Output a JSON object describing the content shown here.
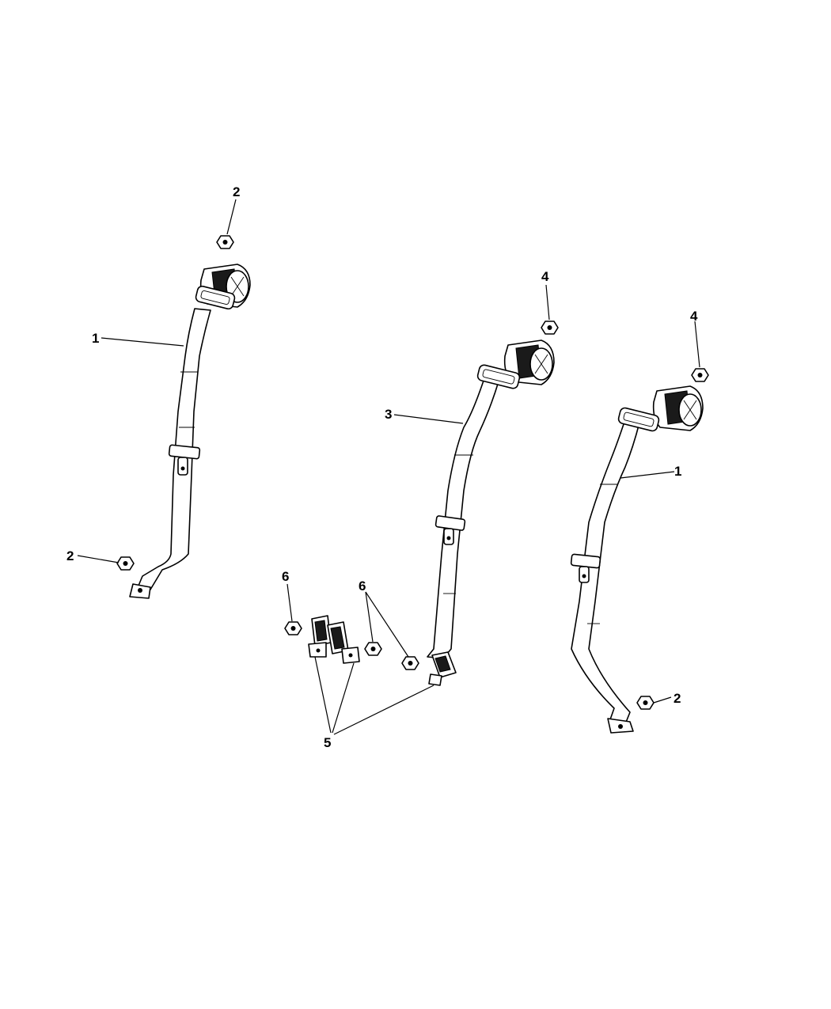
{
  "callouts": [
    {
      "id": "c-1-left",
      "number": "1"
    },
    {
      "id": "c-1-right",
      "number": "1"
    },
    {
      "id": "c-2-top",
      "number": "2"
    },
    {
      "id": "c-2-left",
      "number": "2"
    },
    {
      "id": "c-2-right",
      "number": "2"
    },
    {
      "id": "c-3",
      "number": "3"
    },
    {
      "id": "c-4-mid",
      "number": "4"
    },
    {
      "id": "c-4-right",
      "number": "4"
    },
    {
      "id": "c-5",
      "number": "5"
    },
    {
      "id": "c-6-left",
      "number": "6"
    },
    {
      "id": "c-6-right",
      "number": "6"
    }
  ]
}
